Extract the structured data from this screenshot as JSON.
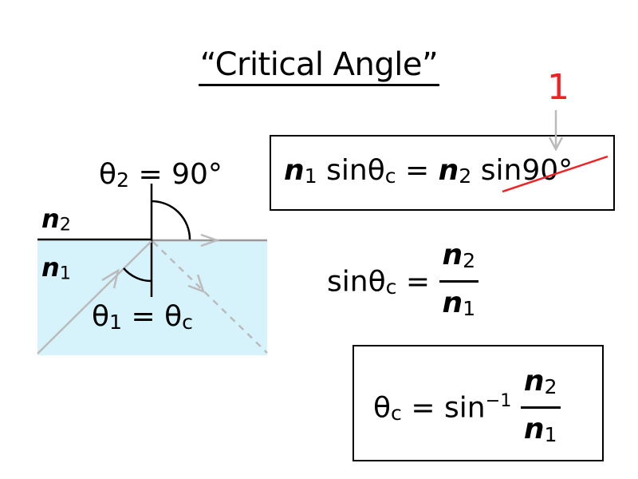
{
  "title": "“Critical Angle”",
  "diagram": {
    "medium_top_label": {
      "symbol": "n",
      "sub": "2"
    },
    "medium_bottom_label": {
      "symbol": "n",
      "sub": "1"
    },
    "theta2_label": {
      "symbol": "θ",
      "sub": "2",
      "rest": " = 90°"
    },
    "theta1_label": {
      "symbol": "θ",
      "sub": "1",
      "rest": " = θ",
      "rest_sub": "c"
    },
    "colors": {
      "water": "#d6f3fc",
      "ray": "#bbbbbb",
      "interface_right": "#999999",
      "normal": "#000000"
    }
  },
  "equation1": {
    "n1": "n",
    "n1_sub": "1",
    "sin": " sinθ",
    "sin_sub": "c",
    "equals": " = ",
    "n2": "n",
    "n2_sub": "2",
    "struck": " sin90°",
    "annotation": "1",
    "annotation_color": "#ee2222"
  },
  "equation2": {
    "lhs": "sinθ",
    "lhs_sub": "c",
    "equals": " = ",
    "num": "n",
    "num_sub": "2",
    "den": "n",
    "den_sub": "1"
  },
  "equation3": {
    "lhs": "θ",
    "lhs_sub": "c",
    "equals": " = ",
    "func": "sin",
    "func_sup": "−1",
    "num": "n",
    "num_sub": "2",
    "den": "n",
    "den_sub": "1"
  }
}
